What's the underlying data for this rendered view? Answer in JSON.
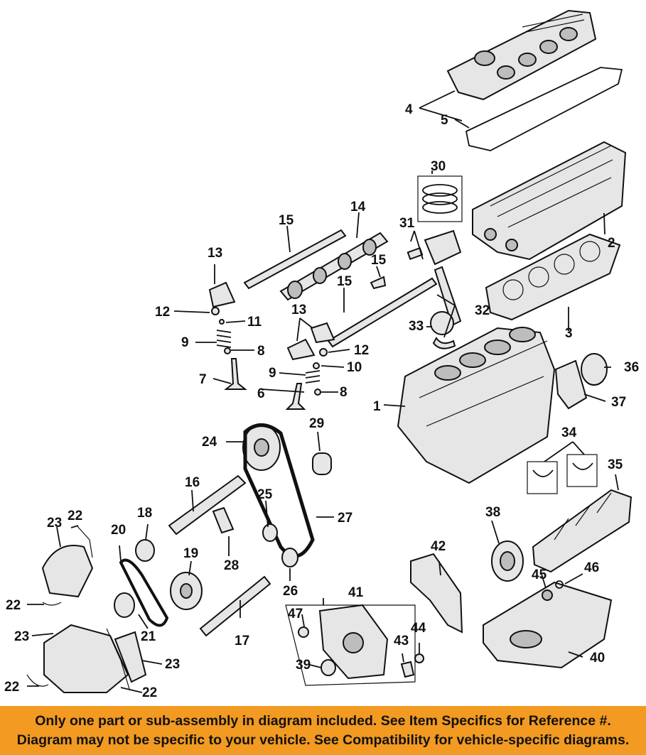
{
  "diagram": {
    "callouts": {
      "c1": "1",
      "c2": "2",
      "c3": "3",
      "c4": "4",
      "c5": "5",
      "c6": "6",
      "c7": "7",
      "c8a": "8",
      "c8b": "8",
      "c9a": "9",
      "c9b": "9",
      "c10": "10",
      "c11": "11",
      "c12a": "12",
      "c12b": "12",
      "c13a": "13",
      "c13b": "13",
      "c14": "14",
      "c15a": "15",
      "c15b": "15",
      "c15c": "15",
      "c16": "16",
      "c17": "17",
      "c18": "18",
      "c19": "19",
      "c20": "20",
      "c21": "21",
      "c22a": "22",
      "c22b": "22",
      "c22c": "22",
      "c22d": "22",
      "c23a": "23",
      "c23b": "23",
      "c23c": "23",
      "c24": "24",
      "c25": "25",
      "c26": "26",
      "c27": "27",
      "c28": "28",
      "c29": "29",
      "c30": "30",
      "c31": "31",
      "c32": "32",
      "c33": "33",
      "c34": "34",
      "c35": "35",
      "c36": "36",
      "c37": "37",
      "c38": "38",
      "c39": "39",
      "c40": "40",
      "c41": "41",
      "c42": "42",
      "c43": "43",
      "c44": "44",
      "c45": "45",
      "c46": "46",
      "c47": "47"
    }
  },
  "banner": {
    "line1": "Only one part or sub-assembly in diagram included. See Item Specifics for Reference #.",
    "line2": "Diagram may not be specific to your vehicle. See Compatibility for vehicle-specific diagrams."
  },
  "colors": {
    "banner_bg": "#f29a21",
    "ink": "#111111"
  }
}
